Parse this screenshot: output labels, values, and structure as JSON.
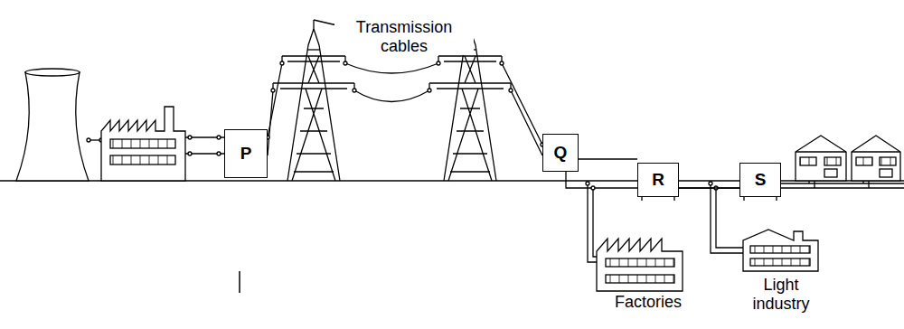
{
  "diagram": {
    "nodes": [
      {
        "text": [
          "P"
        ]
      },
      {
        "text": [
          "Q"
        ]
      },
      {
        "text": [
          "R"
        ]
      },
      {
        "text": [
          "S"
        ]
      }
    ],
    "edges": [
      {
        "from": 0,
        "to": 1,
        "arrow": "none"
      },
      {
        "from": 1,
        "to": 2,
        "arrow": "none"
      },
      {
        "from": 2,
        "to": 3,
        "arrow": "none"
      }
    ],
    "labels": [
      "Transmission cables",
      "Factories",
      "Light industry"
    ]
  }
}
